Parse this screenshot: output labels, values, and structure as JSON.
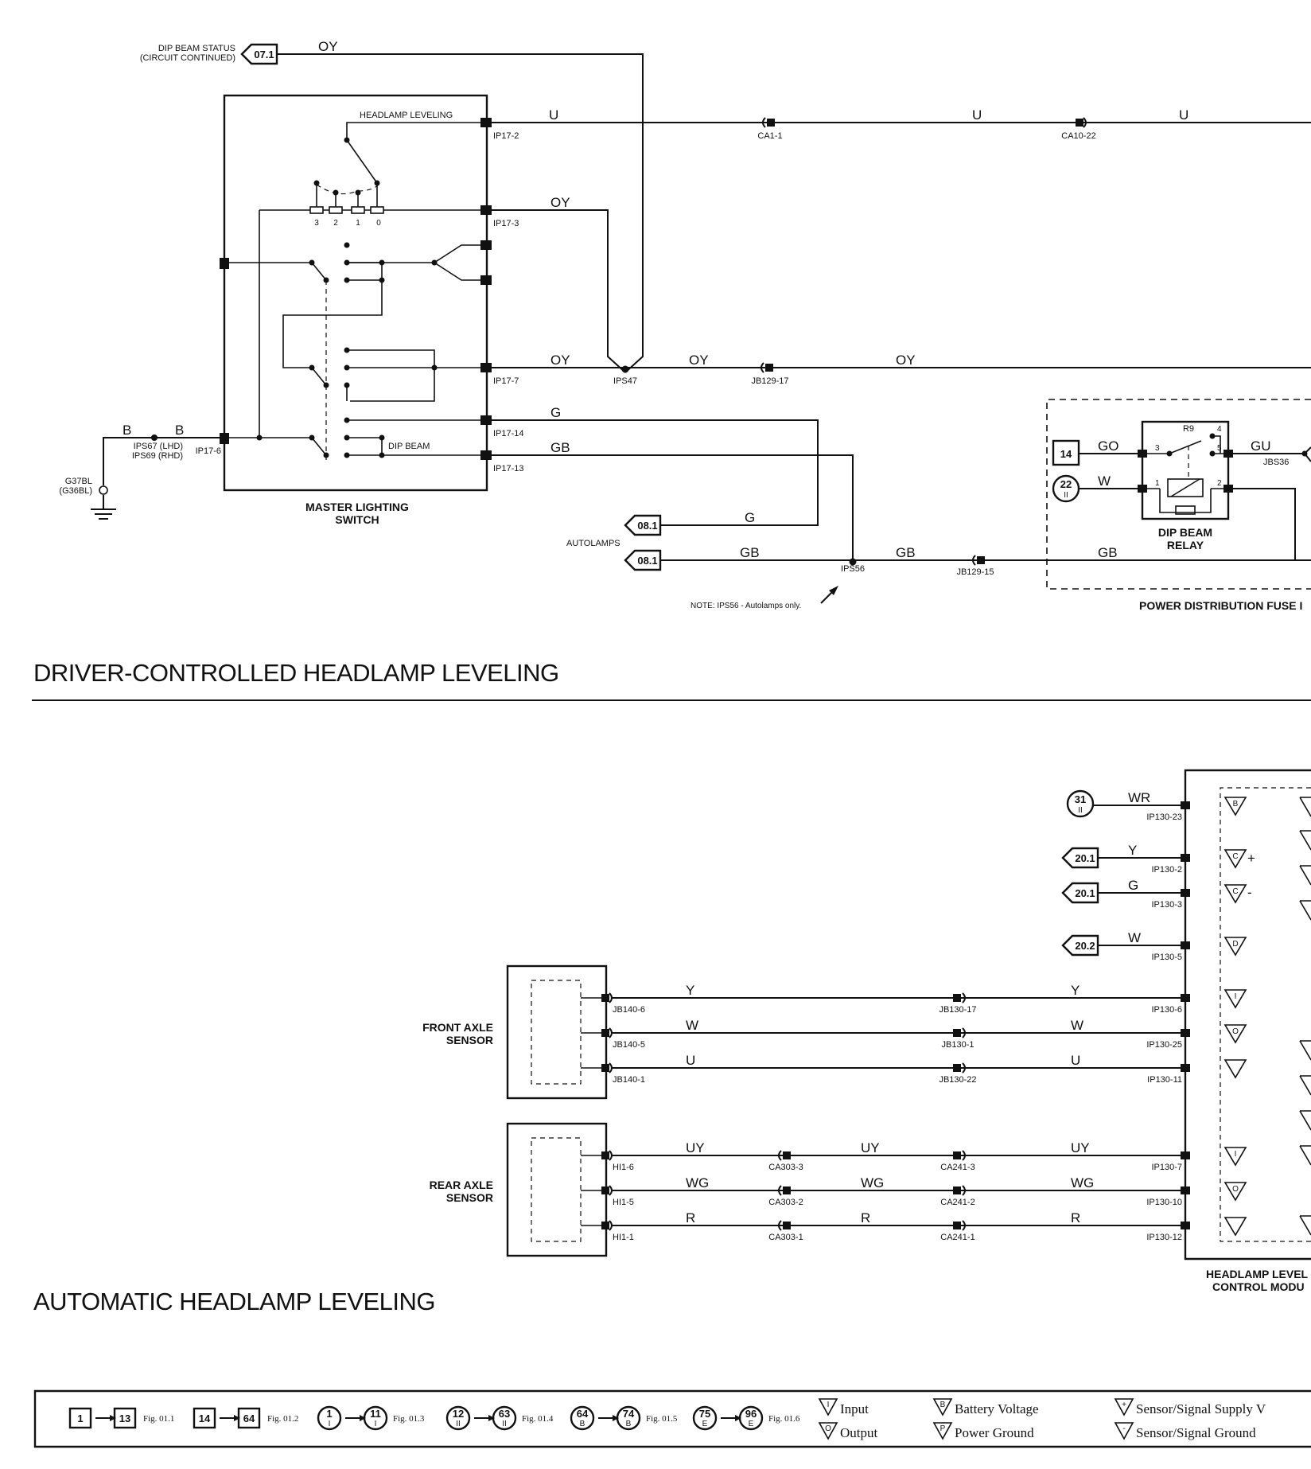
{
  "titles": {
    "driver": "DRIVER-CONTROLLED HEADLAMP LEVELING",
    "automatic": "AUTOMATIC HEADLAMP LEVELING"
  },
  "components": {
    "master_switch": [
      "MASTER LIGHTING",
      "SWITCH"
    ],
    "headlamp_leveling": "HEADLAMP LEVELING",
    "dip_beam": "DIP BEAM",
    "dip_beam_relay": [
      "DIP BEAM",
      "RELAY"
    ],
    "relay_ref": "R9",
    "power_dist": "POWER DISTRIBUTION FUSE I",
    "front_sensor": [
      "FRONT AXLE",
      "SENSOR"
    ],
    "rear_sensor": [
      "REAR AXLE",
      "SENSOR"
    ],
    "control_module": [
      "HEADLAMP LEVEL",
      "CONTROL MODU"
    ],
    "dip_status": [
      "DIP BEAM STATUS",
      "(CIRCUIT CONTINUED)"
    ],
    "autolamps": "AUTOLAMPS",
    "note": "NOTE: IPS56 - Autolamps only.",
    "ground_ips": [
      "IPS67 (LHD)",
      "IPS69 (RHD)"
    ],
    "ground_g": [
      "G37BL",
      "(G36BL)"
    ],
    "switch_positions": [
      "3",
      "2",
      "1",
      "0"
    ]
  },
  "refs": {
    "r071": "07.1",
    "r081a": "08.1",
    "r081b": "08.1",
    "r14": "14",
    "r22": "22",
    "r22sub": "II",
    "r31": "31",
    "r31sub": "II",
    "r201a": "20.1",
    "r201b": "20.1",
    "r202": "20.2"
  },
  "wire_colors": {
    "oy_top": "OY",
    "u1": "U",
    "u2": "U",
    "u3": "U",
    "oy_ip3": "OY",
    "oy_ip7": "OY",
    "oy_mid": "OY",
    "oy_far": "OY",
    "g_ip14": "G",
    "gb_ip13": "GB",
    "g_auto": "G",
    "gb_auto": "GB",
    "gb_mid": "GB",
    "gb_pdf": "GB",
    "b1": "B",
    "b2": "B",
    "go": "GO",
    "w_relay": "W",
    "gu": "GU",
    "wr": "WR",
    "y_a": "Y",
    "g_a": "G",
    "w_a": "W",
    "f_y1": "Y",
    "f_y2": "Y",
    "f_w1": "W",
    "f_w2": "W",
    "f_u1": "U",
    "f_u2": "U",
    "r_uy1": "UY",
    "r_uy2": "UY",
    "r_uy3": "UY",
    "r_wg1": "WG",
    "r_wg2": "WG",
    "r_wg3": "WG",
    "r_r1": "R",
    "r_r2": "R",
    "r_r3": "R"
  },
  "connectors": {
    "ip17_2": "IP17-2",
    "ip17_3": "IP17-3",
    "ip17_7": "IP17-7",
    "ip17_14": "IP17-14",
    "ip17_13": "IP17-13",
    "ip17_6": "IP17-6",
    "ca1_1": "CA1-1",
    "ca10_22": "CA10-22",
    "ips47": "IPS47",
    "jb129_17": "JB129-17",
    "ips56": "IPS56",
    "jb129_15": "JB129-15",
    "jbs36": "JBS36",
    "ip130_23": "IP130-23",
    "ip130_2": "IP130-2",
    "ip130_3": "IP130-3",
    "ip130_5": "IP130-5",
    "ip130_6": "IP130-6",
    "ip130_25": "IP130-25",
    "ip130_11": "IP130-11",
    "ip130_7": "IP130-7",
    "ip130_10": "IP130-10",
    "ip130_12": "IP130-12",
    "jb140_6": "JB140-6",
    "jb140_5": "JB140-5",
    "jb140_1": "JB140-1",
    "jb130_17": "JB130-17",
    "jb130_1": "JB130-1",
    "jb130_22": "JB130-22",
    "hi1_6": "HI1-6",
    "hi1_5": "HI1-5",
    "hi1_1": "HI1-1",
    "ca303_3": "CA303-3",
    "ca303_2": "CA303-2",
    "ca303_1": "CA303-1",
    "ca241_3": "CA241-3",
    "ca241_2": "CA241-2",
    "ca241_1": "CA241-1"
  },
  "relay_pins": [
    "3",
    "4",
    "5",
    "1",
    "2"
  ],
  "module_symbols": [
    "B",
    "C",
    "C",
    "D",
    "I",
    "O",
    "",
    "I",
    "O",
    ""
  ],
  "legend": {
    "sq1": "1",
    "sq13": "13",
    "fig011": "Fig. 01.1",
    "sq14": "14",
    "sq64": "64",
    "fig012": "Fig. 01.2",
    "c1": "1",
    "c1s": "I",
    "c11": "11",
    "c11s": "I",
    "fig013": "Fig. 01.3",
    "c12": "12",
    "c12s": "II",
    "c63": "63",
    "c63s": "II",
    "fig014": "Fig. 01.4",
    "c64": "64",
    "c64s": "B",
    "c74": "74",
    "c74s": "B",
    "fig015": "Fig. 01.5",
    "c75": "75",
    "c75s": "E",
    "c96": "96",
    "c96s": "E",
    "fig016": "Fig. 01.6",
    "input": "Input",
    "output": "Output",
    "battery": "Battery Voltage",
    "power_ground": "Power Ground",
    "sensor_supply": "Sensor/Signal Supply V",
    "sensor_ground": "Sensor/Signal Ground",
    "sym_i": "I",
    "sym_o": "O",
    "sym_b": "B",
    "sym_p": "P",
    "sym_plus": "+",
    "sym_minus": "-"
  }
}
